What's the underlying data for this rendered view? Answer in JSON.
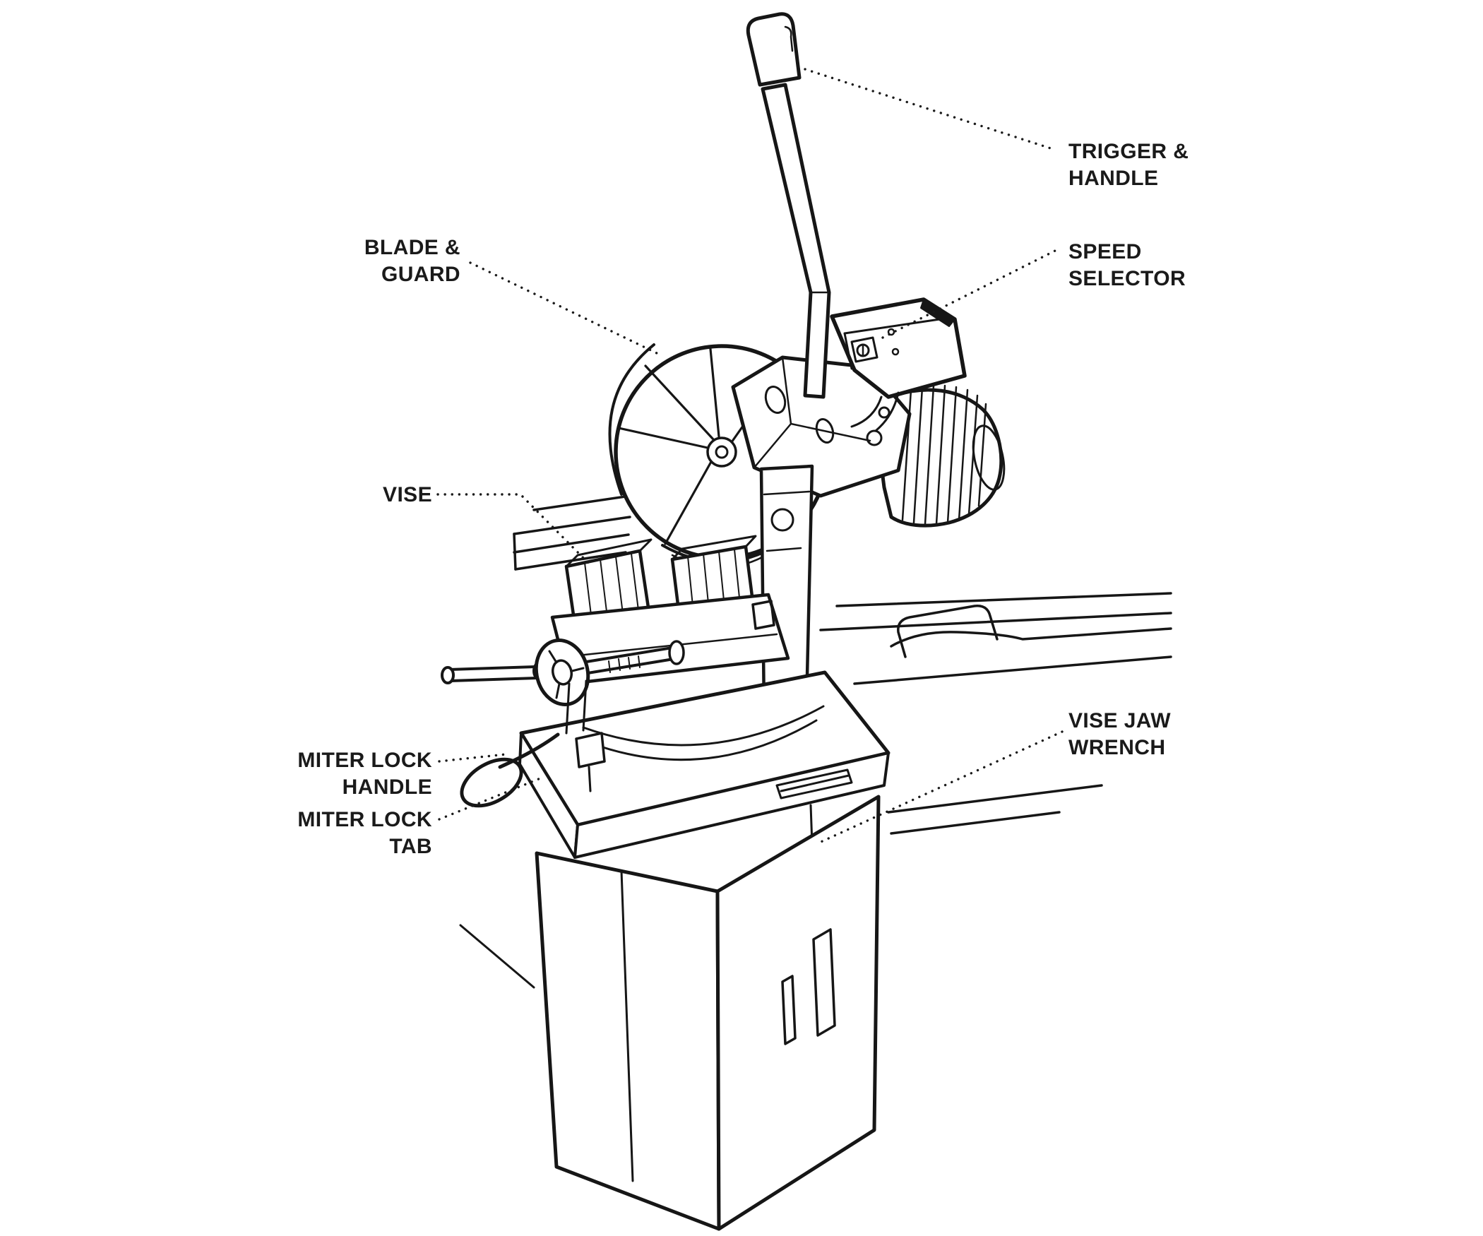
{
  "diagram": {
    "type": "labeled-technical-illustration",
    "subject": "Metal-cutting chop saw (cold saw) on pedestal stand, exploded-callout line drawing",
    "colors": {
      "ink": "#161616",
      "background": "#ffffff"
    },
    "labels": [
      {
        "id": "trigger-handle",
        "lines": [
          "TRIGGER &",
          "HANDLE"
        ],
        "align": "left"
      },
      {
        "id": "speed-selector",
        "lines": [
          "SPEED",
          "SELECTOR"
        ],
        "align": "left"
      },
      {
        "id": "blade-guard",
        "lines": [
          "BLADE &",
          "GUARD"
        ],
        "align": "right"
      },
      {
        "id": "vise",
        "lines": [
          "VISE"
        ],
        "align": "right"
      },
      {
        "id": "miter-lock-handle",
        "lines": [
          "MITER LOCK",
          "HANDLE"
        ],
        "align": "right"
      },
      {
        "id": "miter-lock-tab",
        "lines": [
          "MITER LOCK",
          "TAB"
        ],
        "align": "right"
      },
      {
        "id": "vise-jaw-wrench",
        "lines": [
          "VISE JAW",
          "WRENCH"
        ],
        "align": "left"
      }
    ]
  }
}
